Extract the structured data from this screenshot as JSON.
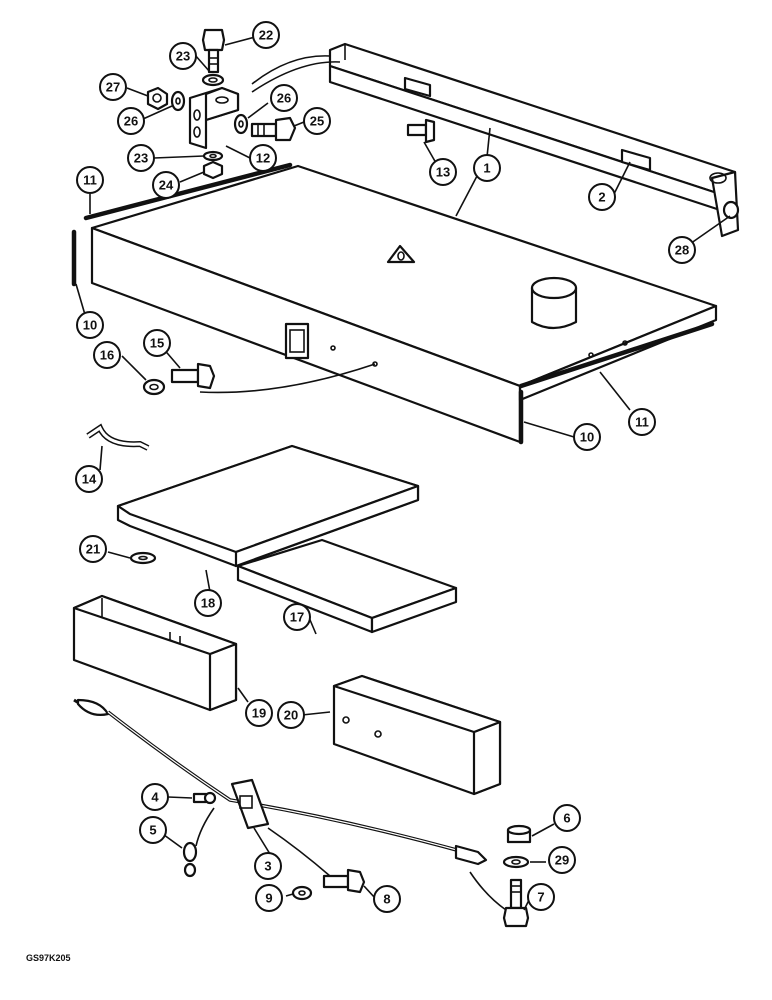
{
  "drawing_code": "GS97K205",
  "callouts": [
    {
      "label": "22"
    },
    {
      "label": "23"
    },
    {
      "label": "27"
    },
    {
      "label": "26"
    },
    {
      "label": "26"
    },
    {
      "label": "25"
    },
    {
      "label": "23"
    },
    {
      "label": "12"
    },
    {
      "label": "24"
    },
    {
      "label": "11"
    },
    {
      "label": "13"
    },
    {
      "label": "1"
    },
    {
      "label": "2"
    },
    {
      "label": "28"
    },
    {
      "label": "10"
    },
    {
      "label": "15"
    },
    {
      "label": "16"
    },
    {
      "label": "11"
    },
    {
      "label": "10"
    },
    {
      "label": "14"
    },
    {
      "label": "21"
    },
    {
      "label": "18"
    },
    {
      "label": "17"
    },
    {
      "label": "19"
    },
    {
      "label": "20"
    },
    {
      "label": "4"
    },
    {
      "label": "5"
    },
    {
      "label": "3"
    },
    {
      "label": "6"
    },
    {
      "label": "29"
    },
    {
      "label": "9"
    },
    {
      "label": "8"
    },
    {
      "label": "7"
    }
  ]
}
